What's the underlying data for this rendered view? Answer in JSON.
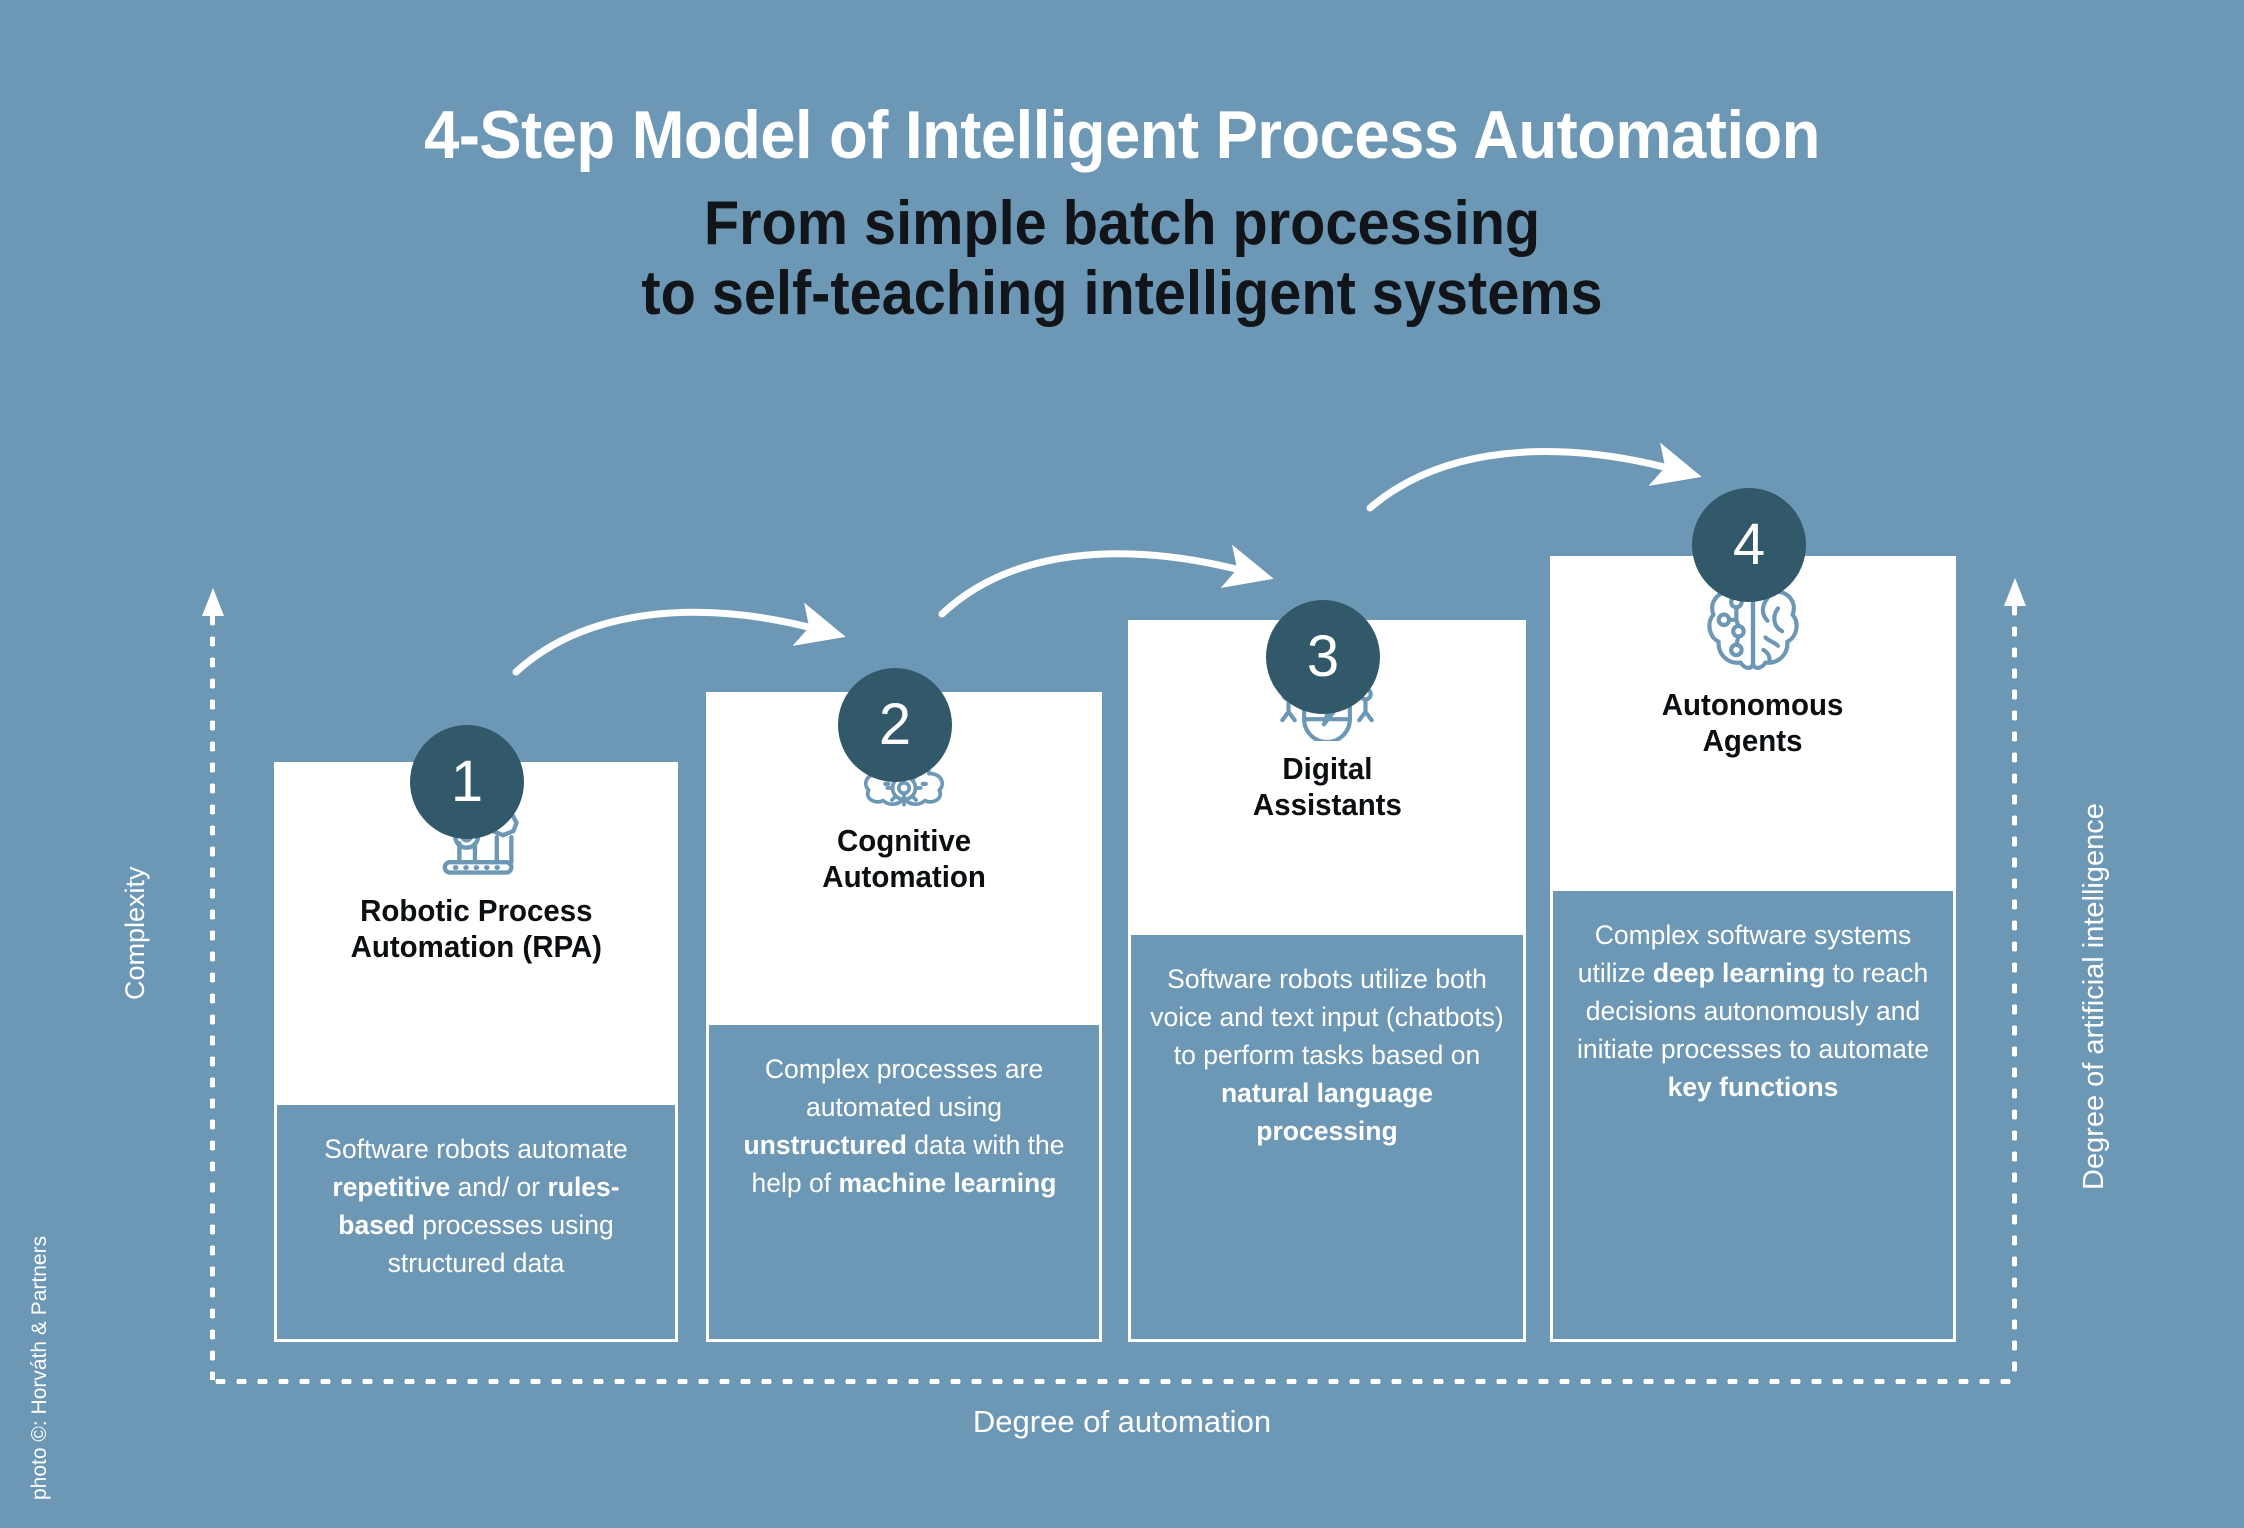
{
  "colors": {
    "background": "#6d98b5",
    "badge": "#31596a",
    "card_surface": "#ffffff",
    "card_body_text": "#ffffff",
    "title_white": "#ffffff",
    "title_dark": "#111418",
    "icon_stroke": "#6d98b5"
  },
  "header": {
    "title": "4-Step Model of Intelligent Process Automation",
    "subtitle_line1": "From simple batch processing",
    "subtitle_line2": "to self-teaching intelligent systems"
  },
  "axes": {
    "y_left_label": "Complexity",
    "y_right_label": "Degree of artificial intelligence",
    "x_label": "Degree of automation"
  },
  "credit": "photo ©: Horváth & Partners",
  "steps": [
    {
      "number": "1",
      "icon": "robotic-arm-icon",
      "title_line1": "Robotic Process",
      "title_line2": "Automation (RPA)",
      "body_segments": [
        {
          "text": "Software robots ",
          "bold": false
        },
        {
          "text": "automate ",
          "bold": false
        },
        {
          "text": "repetitive",
          "bold": true
        },
        {
          "text": " and/ or ",
          "bold": false
        },
        {
          "text": "rules-based",
          "bold": true
        },
        {
          "text": " processes using structured data",
          "bold": false
        }
      ]
    },
    {
      "number": "2",
      "icon": "brain-gear-network-icon",
      "title_line1": "Cognitive",
      "title_line2": "Automation",
      "body_segments": [
        {
          "text": "Complex processes are automated using ",
          "bold": false
        },
        {
          "text": "unstructured",
          "bold": true
        },
        {
          "text": " data with the help of ",
          "bold": false
        },
        {
          "text": "machine learning",
          "bold": true
        }
      ]
    },
    {
      "number": "3",
      "icon": "chat-robot-icon",
      "title_line1": "Digital",
      "title_line2": "Assistants",
      "body_segments": [
        {
          "text": "Software robots utilize both voice and text input (chatbots) to perform tasks based on ",
          "bold": false
        },
        {
          "text": "natural language processing",
          "bold": true
        }
      ]
    },
    {
      "number": "4",
      "icon": "ai-brain-icon",
      "title_line1": "Autonomous",
      "title_line2": "Agents",
      "body_segments": [
        {
          "text": "Complex software systems utilize ",
          "bold": false
        },
        {
          "text": "deep learning",
          "bold": true
        },
        {
          "text": " to reach decisions autonomously and initiate processes to automate ",
          "bold": false
        },
        {
          "text": "key functions",
          "bold": true
        }
      ]
    }
  ]
}
